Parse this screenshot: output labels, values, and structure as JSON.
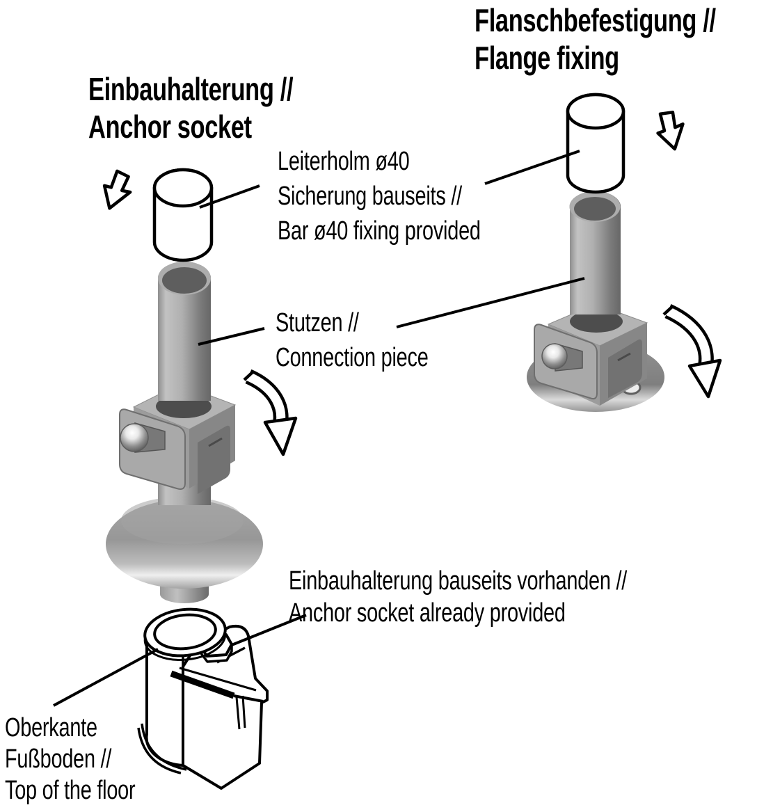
{
  "headings": {
    "anchor": {
      "l1": "Einbauhalterung //",
      "l2": "Anchor socket"
    },
    "flange": {
      "l1": "Flanschbefestigung //",
      "l2": "Flange fixing"
    }
  },
  "labels": {
    "bar": {
      "l1": "Leiterholm ø40",
      "l2": "Sicherung bauseits //",
      "l3": "Bar ø40 fixing provided"
    },
    "stutzen": {
      "l1": "Stutzen //",
      "l2": "Connection piece"
    },
    "socket": {
      "l1": "Einbauhalterung bauseits vorhanden //",
      "l2": "Anchor socket already provided"
    },
    "floor": {
      "l1": "Oberkante",
      "l2": "Fußboden //",
      "l3": "Top of the floor"
    }
  },
  "colors": {
    "ink": "#000000",
    "paper": "#ffffff",
    "metal_top": "#b4b4b4",
    "metal_left": "#9c9c9c",
    "metal_right": "#878787",
    "plate": "#a9a9a9",
    "inset": "#727272",
    "contact": "#4d4d4d",
    "tube_rim": "#adadad",
    "tube_bore": "#5e5e5e"
  }
}
